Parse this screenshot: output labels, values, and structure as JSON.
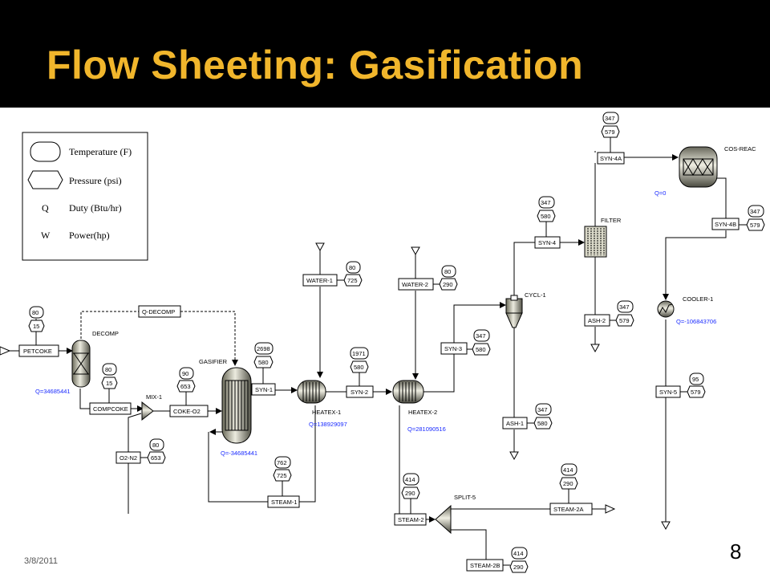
{
  "slide": {
    "title": "Flow Sheeting: Gasification",
    "date": "3/8/2011",
    "page_number": "8"
  },
  "legend": {
    "temperature": "Temperature (F)",
    "pressure": "Pressure (psi)",
    "duty_symbol": "Q",
    "duty": "Duty (Btu/hr)",
    "power_symbol": "W",
    "power": "Power(hp)"
  },
  "blocks": {
    "decomp": "DECOMP",
    "mix1": "MIX-1",
    "gasifier": "GASIFIER",
    "heatex1": "HEATEX-1",
    "heatex2": "HEATEX-2",
    "cycl1": "CYCL-1",
    "filter": "FILTER",
    "cosreac": "COS-REAC",
    "cooler1": "COOLER-1",
    "split5": "SPLIT-5"
  },
  "streams": {
    "petcoke": "PETCOKE",
    "compcoke": "COMPCOKE",
    "o2n2": "O2-N2",
    "cokeo2": "COKE-O2",
    "qdecomp": "Q-DECOMP",
    "syn1": "SYN-1",
    "water1": "WATER-1",
    "syn2": "SYN-2",
    "water2": "WATER-2",
    "syn3": "SYN-3",
    "syn4": "SYN-4",
    "syn4a": "SYN-4A",
    "syn4b": "SYN-4B",
    "syn5": "SYN-5",
    "ash1": "ASH-1",
    "ash2": "ASH-2",
    "steam1": "STEAM-1",
    "steam2": "STEAM-2",
    "steam2a": "STEAM-2A",
    "steam2b": "STEAM-2B"
  },
  "duties": {
    "decomp": "Q=34685441",
    "gasifier": "Q=-34685441",
    "heatex1": "Q=138929097",
    "heatex2": "Q=281090516",
    "cosreac": "Q=0",
    "cooler1": "Q=-106843706"
  },
  "conditions": {
    "petcoke": {
      "temperature": "80",
      "pressure": "15"
    },
    "compcoke": {
      "temperature": "80",
      "pressure": "15"
    },
    "cokeo2": {
      "temperature": "90",
      "pressure": "653"
    },
    "o2n2": {
      "temperature": "80",
      "pressure": "653"
    },
    "syn1": {
      "temperature": "2698",
      "pressure": "580"
    },
    "water1": {
      "temperature": "80",
      "pressure": "725"
    },
    "syn2": {
      "temperature": "1971",
      "pressure": "580"
    },
    "water2": {
      "temperature": "80",
      "pressure": "290"
    },
    "steam1": {
      "temperature": "762",
      "pressure": "725"
    },
    "syn3": {
      "temperature": "347",
      "pressure": "580"
    },
    "syn4": {
      "temperature": "347",
      "pressure": "580"
    },
    "ash1": {
      "temperature": "347",
      "pressure": "580"
    },
    "syn4a": {
      "temperature": "347",
      "pressure": "579"
    },
    "ash2": {
      "temperature": "347",
      "pressure": "579"
    },
    "syn4b": {
      "temperature": "347",
      "pressure": "579"
    },
    "syn5": {
      "temperature": "95",
      "pressure": "579"
    },
    "steam2": {
      "temperature": "414",
      "pressure": "290"
    },
    "steam2a": {
      "temperature": "414",
      "pressure": "290"
    },
    "steam2b": {
      "temperature": "414",
      "pressure": "290"
    }
  }
}
